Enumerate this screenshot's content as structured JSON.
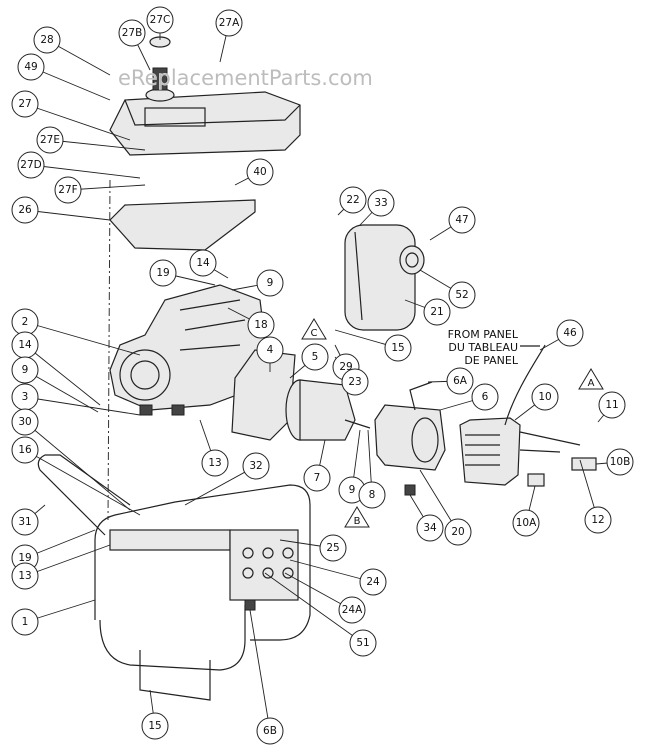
{
  "watermark": "eReplacementParts.com",
  "note": [
    "FROM PANEL",
    "DU TABLEAU",
    "DE PANEL"
  ],
  "callouts": [
    "27C",
    "27B",
    "27A",
    "28",
    "49",
    "27",
    "27E",
    "27D",
    "27F",
    "40",
    "26",
    "22",
    "33",
    "47",
    "14",
    "19",
    "9",
    "52",
    "18",
    "21",
    "2",
    "15",
    "14",
    "4",
    "5",
    "29",
    "46",
    "9",
    "23",
    "6A",
    "6",
    "3",
    "30",
    "10",
    "11",
    "16",
    "13",
    "32",
    "7",
    "9",
    "8",
    "10B",
    "31",
    "34",
    "20",
    "10A",
    "12",
    "19",
    "25",
    "13",
    "24",
    "1",
    "24A",
    "51",
    "15",
    "6B"
  ],
  "triangles": [
    "C",
    "A",
    "B"
  ]
}
